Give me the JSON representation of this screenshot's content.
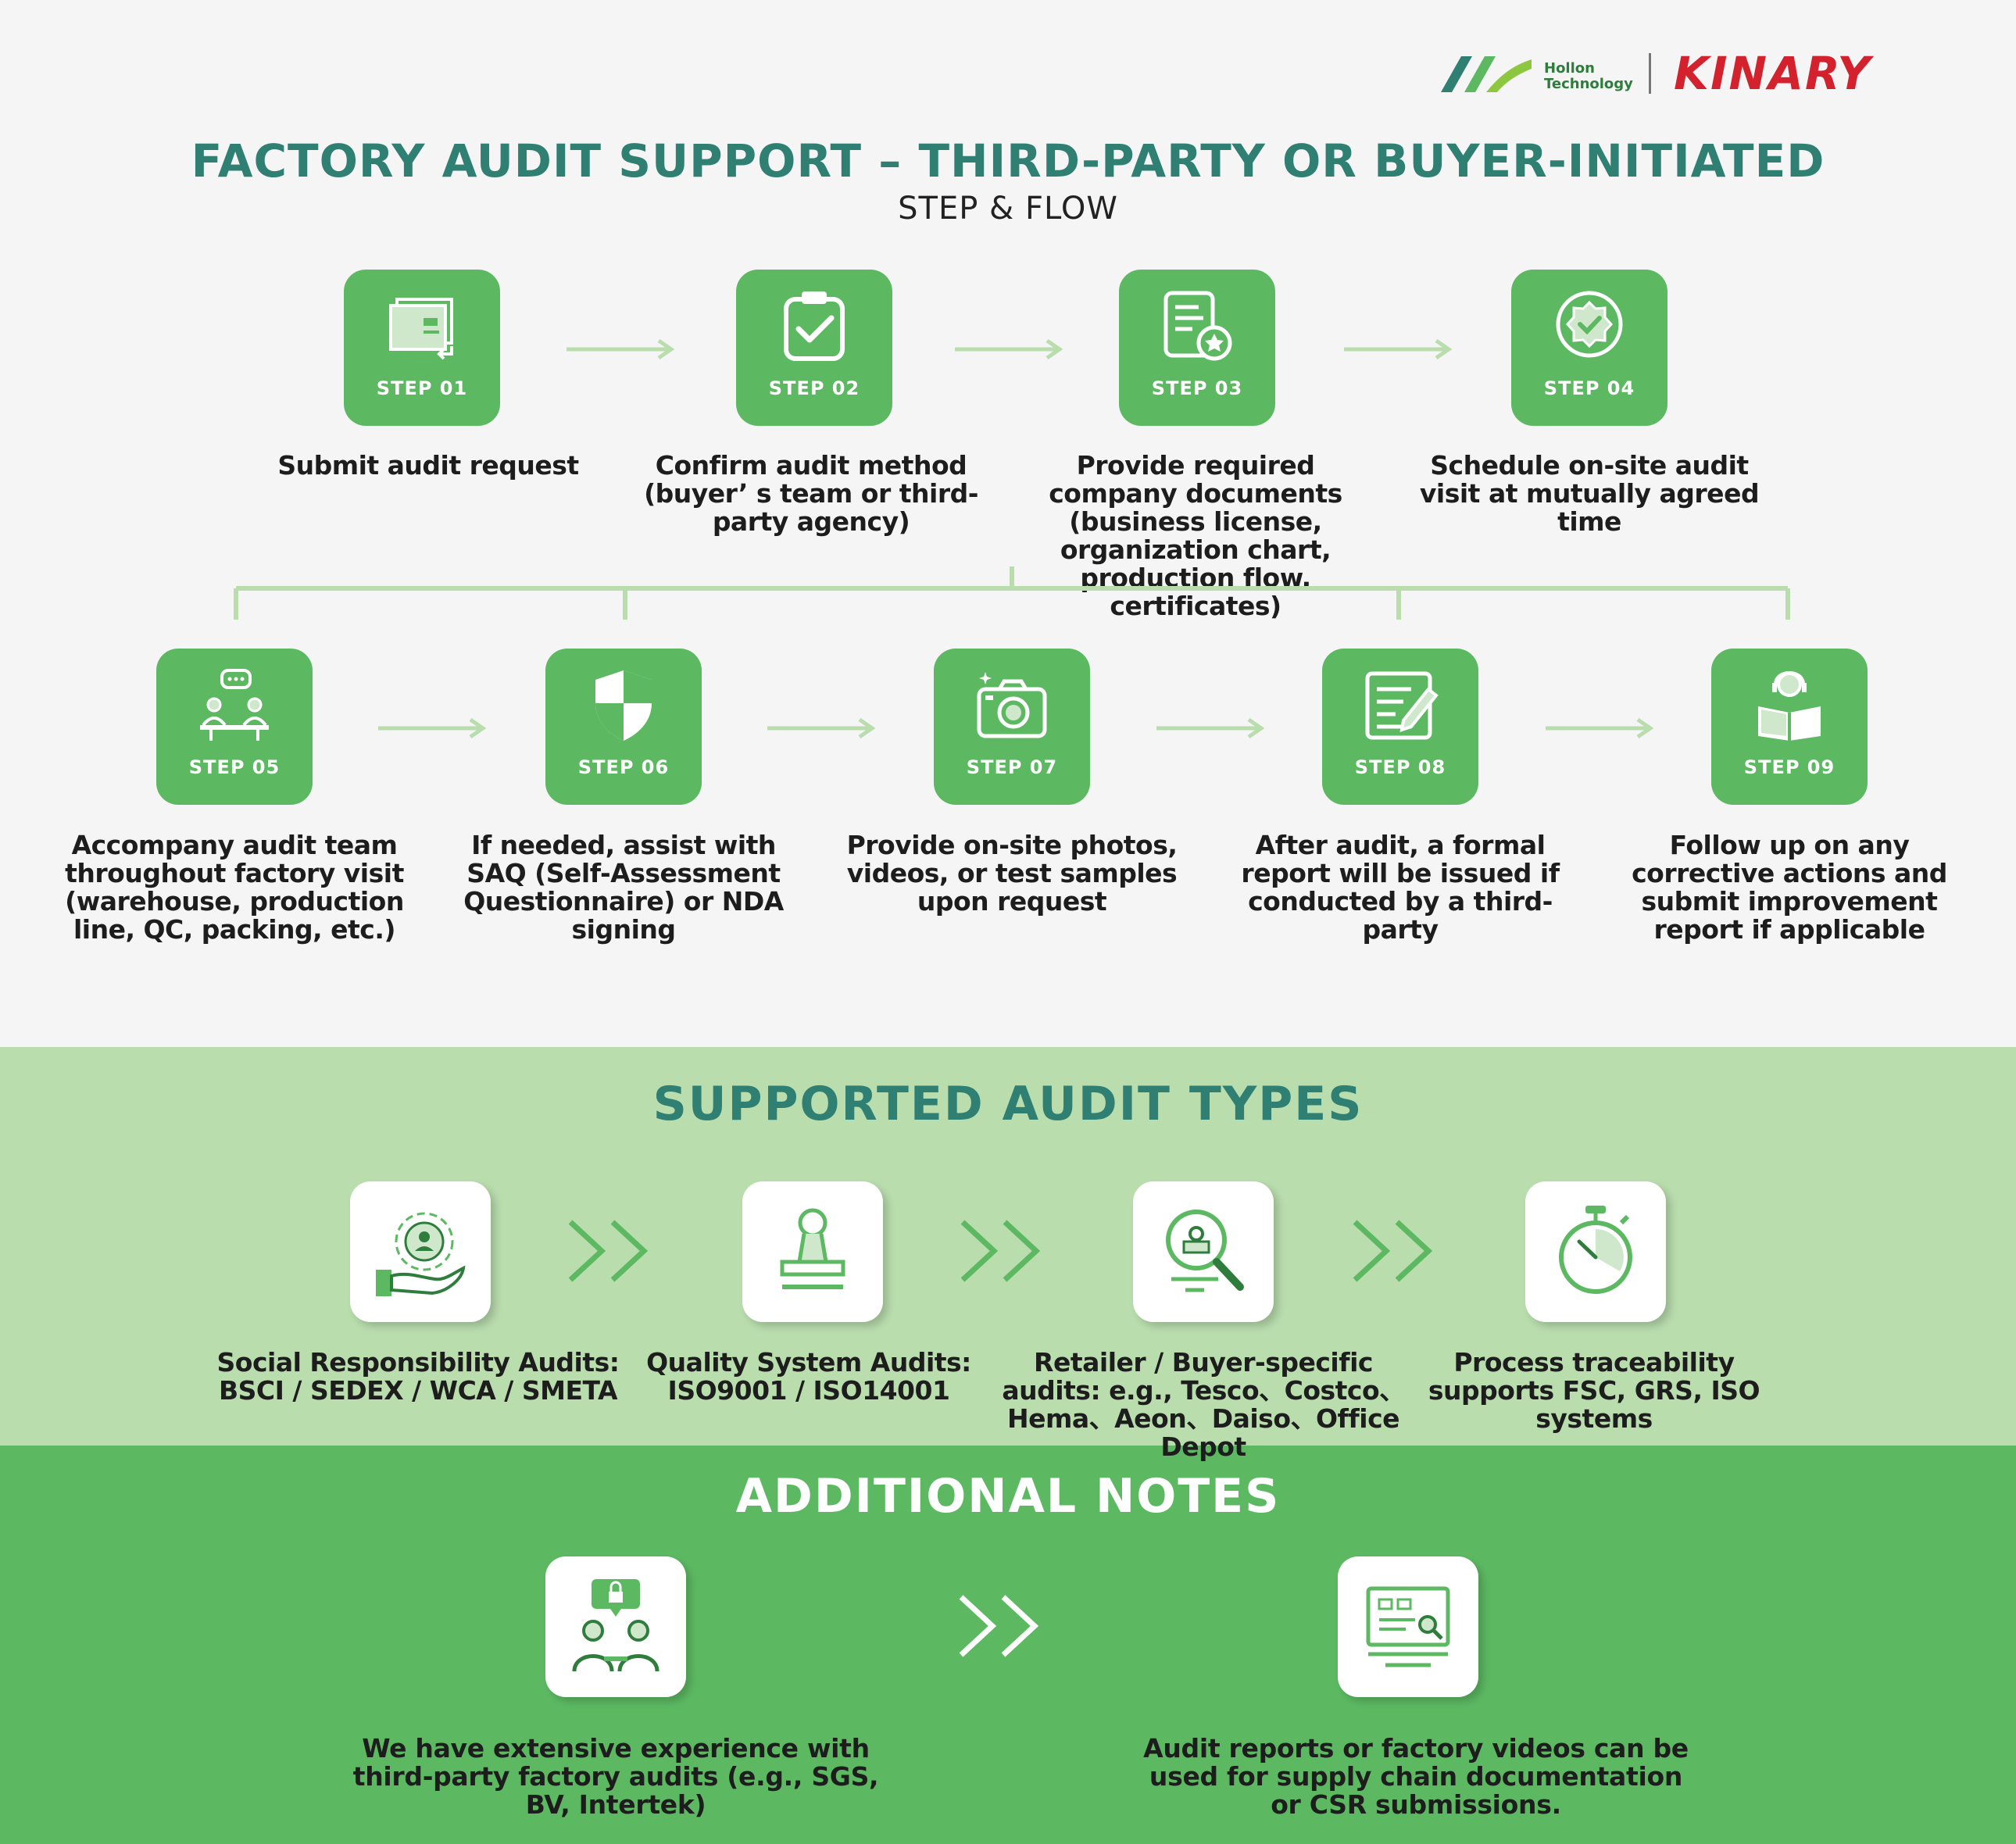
{
  "brand": {
    "hollon": "Hollon\nTechnology",
    "kinary": "KINARY"
  },
  "header": {
    "title": "FACTORY AUDIT SUPPORT – THIRD-PARTY OR BUYER-INITIATED",
    "subtitle": "STEP & FLOW"
  },
  "steps": [
    {
      "label": "STEP 01",
      "icon": "document-transfer-icon",
      "desc": "Submit audit request"
    },
    {
      "label": "STEP 02",
      "icon": "clipboard-check-icon",
      "desc": "Confirm audit method (buyer’ s team or third-party agency)"
    },
    {
      "label": "STEP 03",
      "icon": "certificate-document-icon",
      "desc": "Provide required company documents (business license, organization chart, production flow, certificates)"
    },
    {
      "label": "STEP 04",
      "icon": "approval-badge-icon",
      "desc": "Schedule on-site audit visit at mutually agreed time"
    },
    {
      "label": "STEP 05",
      "icon": "meeting-icon",
      "desc": "Accompany audit team throughout factory visit (warehouse, production line, QC, packing, etc.)"
    },
    {
      "label": "STEP 06",
      "icon": "shield-icon",
      "desc": "If needed, assist with SAQ (Self-Assessment Questionnaire) or NDA signing"
    },
    {
      "label": "STEP 07",
      "icon": "camera-icon",
      "desc": "Provide on-site photos, videos, or test samples upon request"
    },
    {
      "label": "STEP 08",
      "icon": "report-edit-icon",
      "desc": "After audit, a formal report will be issued if conducted by a third-party"
    },
    {
      "label": "STEP 09",
      "icon": "support-reader-icon",
      "desc": "Follow up on any corrective actions and submit improvement report if applicable"
    }
  ],
  "audit_types": {
    "title": "SUPPORTED AUDIT TYPES",
    "items": [
      {
        "icon": "social-responsibility-icon",
        "desc": "Social Responsibility Audits: BSCI / SEDEX / WCA / SMETA"
      },
      {
        "icon": "stamp-icon",
        "desc": "Quality System Audits: ISO9001 / ISO14001"
      },
      {
        "icon": "inspection-magnifier-icon",
        "desc": "Retailer / Buyer-specific audits: e.g., Tesco、Costco、Hema、Aeon、Daiso、Office Depot"
      },
      {
        "icon": "stopwatch-icon",
        "desc": "Process traceability supports FSC, GRS, ISO systems"
      }
    ]
  },
  "notes": {
    "title": "ADDITIONAL NOTES",
    "items": [
      {
        "icon": "secure-meeting-icon",
        "desc": "We have extensive experience with third-party factory audits (e.g., SGS, BV, Intertek)"
      },
      {
        "icon": "report-search-icon",
        "desc": "Audit reports or factory videos can be used for supply chain documentation or CSR submissions."
      }
    ]
  },
  "colors": {
    "primary_green": "#5cb962",
    "light_green": "#b9ddad",
    "title_teal": "#2f7f72",
    "connector": "#b9ddad",
    "brand_red": "#d3222e"
  }
}
